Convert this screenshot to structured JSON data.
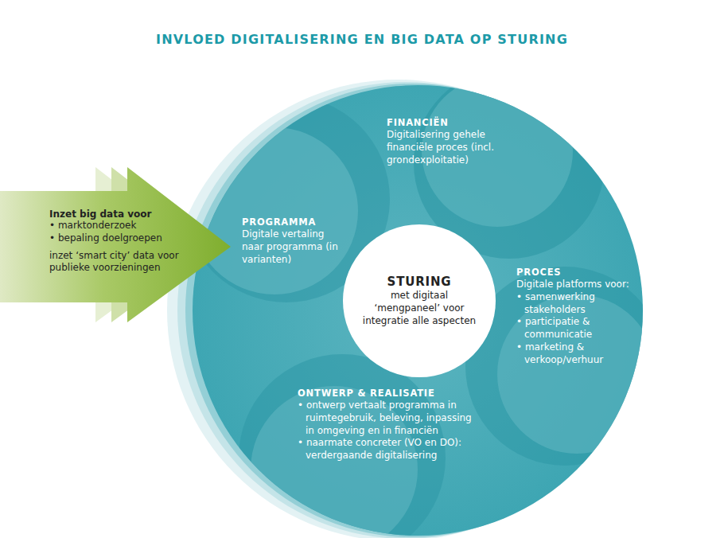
{
  "diagram": {
    "title": "INVLOED DIGITALISERING EN BIG DATA OP STURING",
    "nodes": [
      {
        "text": [
          "Inzet big data voor",
          "• marktonderzoek",
          "• bepaling doelgroepen",
          "inzet ‘smart city’ data voor publieke voorzieningen"
        ]
      },
      {
        "text": [
          "PROGRAMMA",
          "Digitale vertaling naar programma (in varianten)"
        ]
      },
      {
        "text": [
          "FINANCIËN",
          "Digitalisering gehele financiële proces (incl. grondexploitatie)"
        ]
      },
      {
        "text": [
          "PROCES",
          "Digitale platforms voor:",
          "• samenwerking stakeholders",
          "• participatie & communicatie",
          "• marketing & verkoop/verhuur"
        ]
      },
      {
        "text": [
          "ONTWERP & REALISATIE",
          "• ontwerp vertaalt programma in ruimtegebruik, beleving, inpassing in omgeving en in financiën",
          "• naarmate concreter (VO en DO): verdergaande digitalisering"
        ]
      },
      {
        "text": [
          "STURING",
          "met digitaal ‘mengpaneel’ voor integratie alle aspecten"
        ]
      }
    ]
  }
}
